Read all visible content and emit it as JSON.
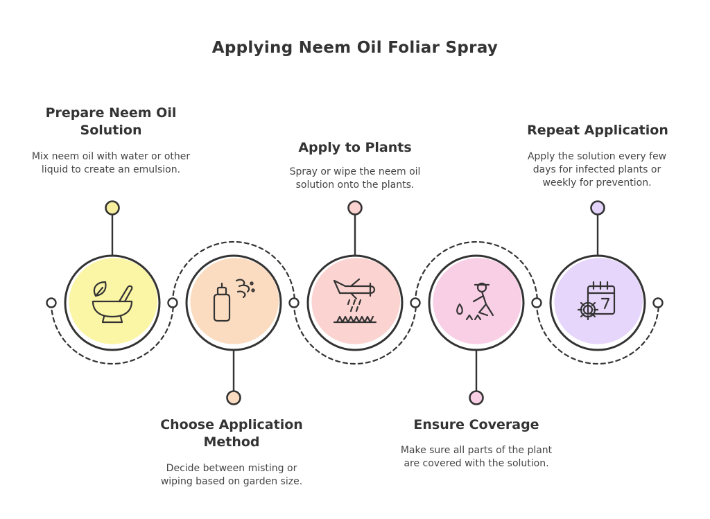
{
  "title": "Applying Neem Oil Foliar Spray",
  "steps": [
    {
      "title": "Prepare Neem Oil Solution",
      "description": "Mix neem oil with water or other liquid to create an emulsion.",
      "icon": "mortar-pestle-leaf-icon",
      "position": "top",
      "color": "#fbf5a6",
      "dot_color": "#f6ee9e"
    },
    {
      "title": "Choose Application Method",
      "description": "Decide between misting or wiping based on garden size.",
      "icon": "spray-bottle-icon",
      "position": "bottom",
      "color": "#fbdcc0",
      "dot_color": "#fbdcc0"
    },
    {
      "title": "Apply to Plants",
      "description": "Spray or wipe the neem oil solution onto the plants.",
      "icon": "crop-duster-plane-icon",
      "position": "top",
      "color": "#fbd3d0",
      "dot_color": "#fbd3d0"
    },
    {
      "title": "Ensure Coverage",
      "description": "Make sure all parts of the plant are covered with the solution.",
      "icon": "gardener-watering-icon",
      "position": "bottom",
      "color": "#f9cfe6",
      "dot_color": "#f9cfe6"
    },
    {
      "title": "Repeat Application",
      "description": "Apply the solution every few days for infected plants or weekly for prevention.",
      "icon": "calendar-gear-icon",
      "position": "top",
      "color": "#e7d6fb",
      "dot_color": "#e4d4fb"
    }
  ]
}
